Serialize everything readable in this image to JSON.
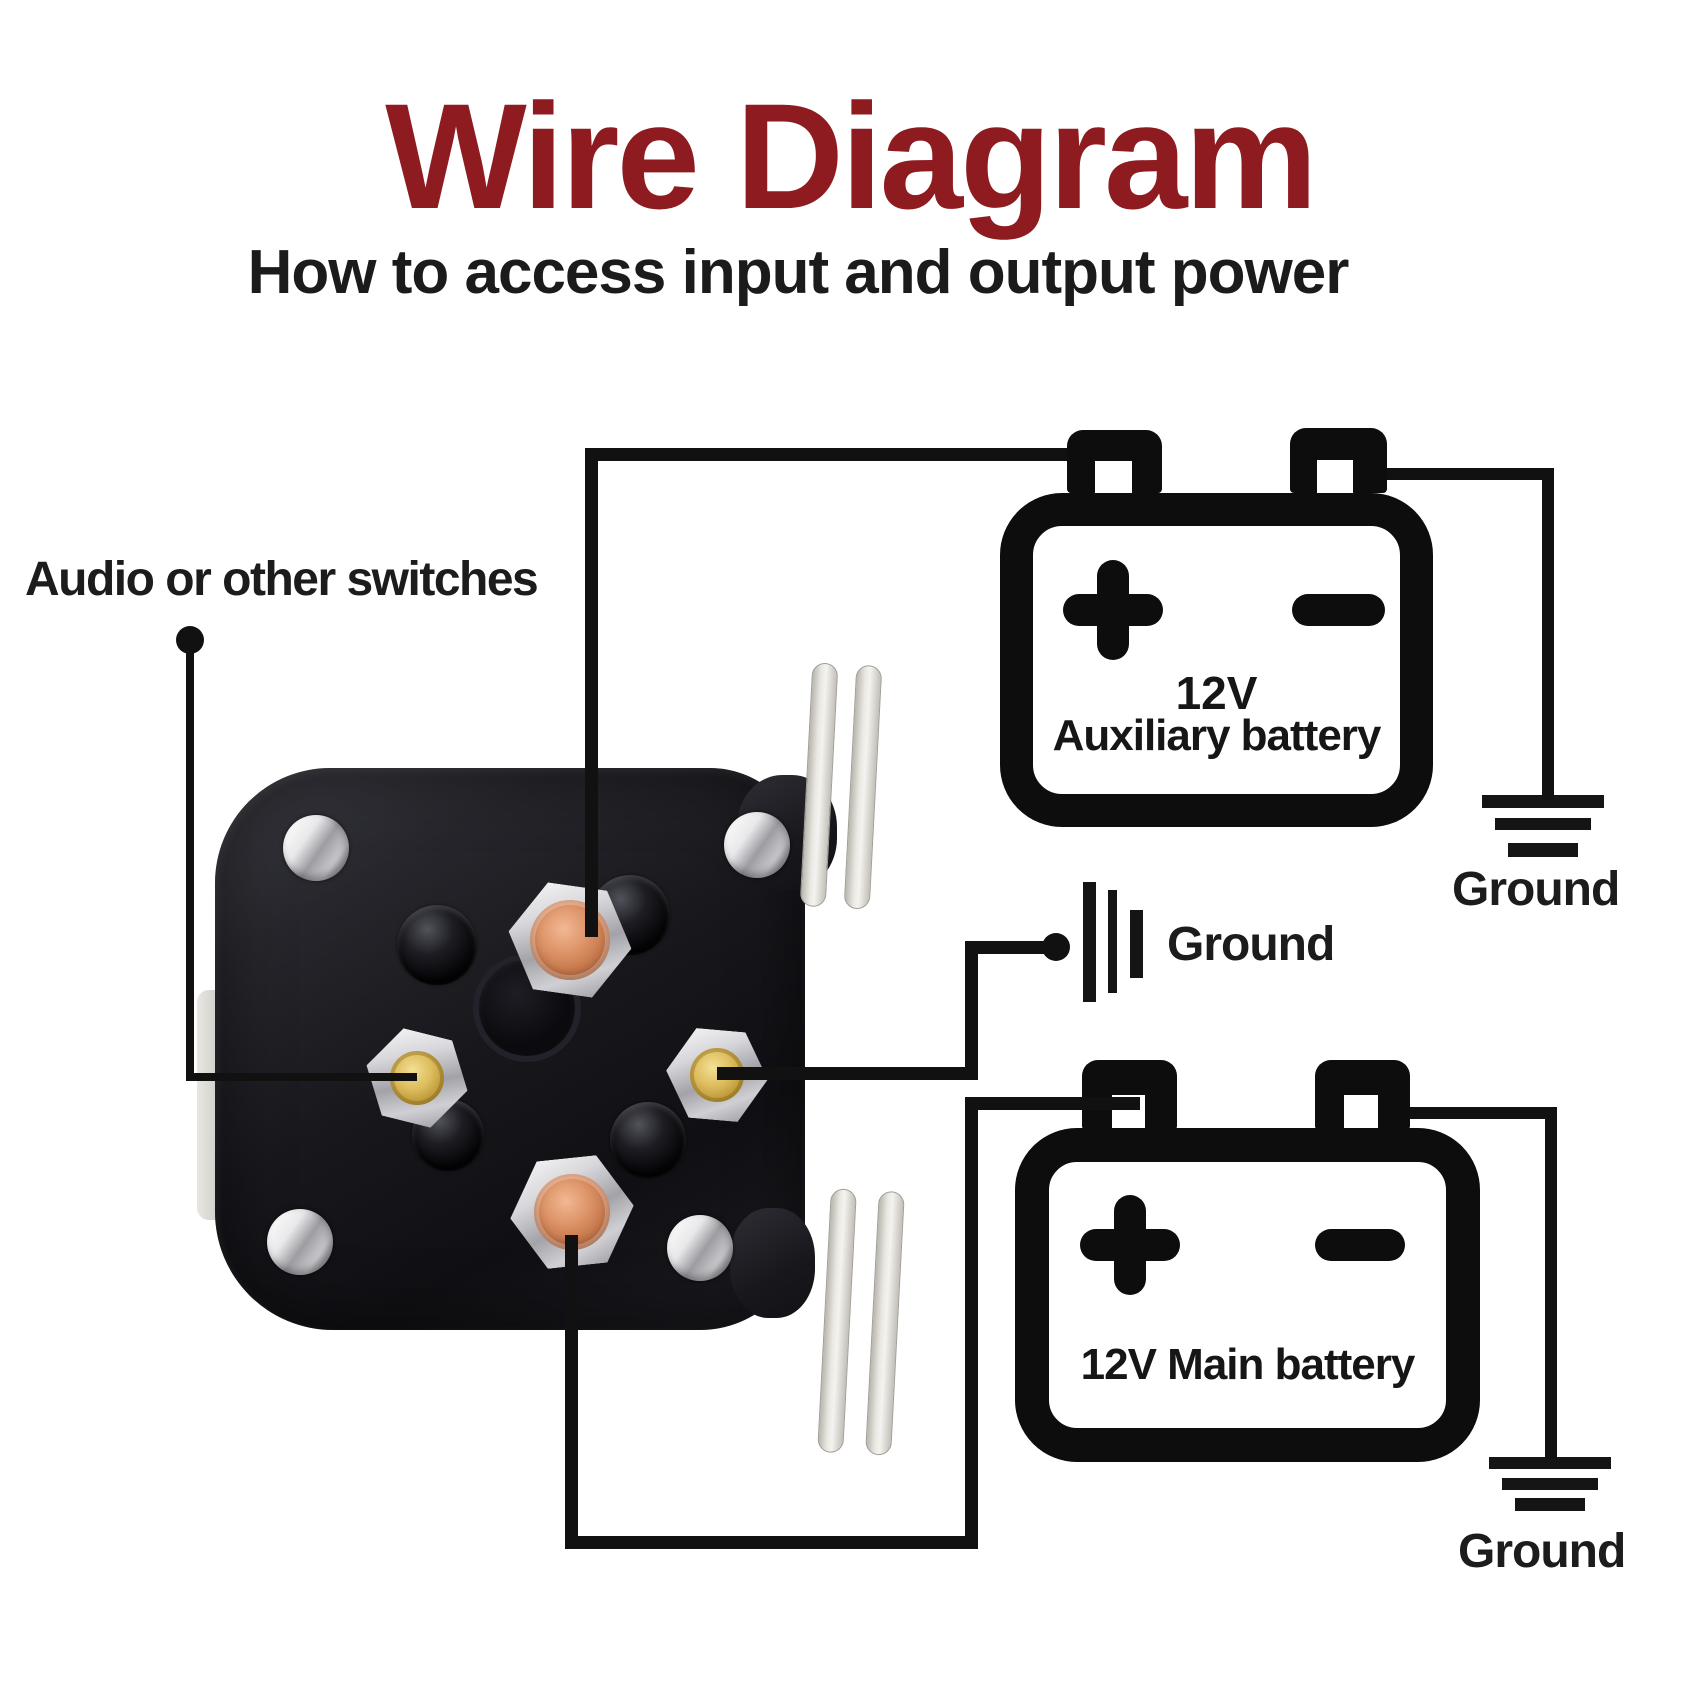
{
  "title": "Wire Diagram",
  "subtitle": "How to access input and output power",
  "labels": {
    "switches": "Audio or other switches",
    "ground_mid": "Ground",
    "ground_aux": "Ground",
    "ground_main": "Ground"
  },
  "aux_battery": {
    "line1": "12V",
    "line2": "Auxiliary battery"
  },
  "main_battery": {
    "label": "12V Main battery"
  },
  "colors": {
    "title_red": "#8e1b20",
    "wire_black": "#111111",
    "text_black": "#1c1c1c",
    "copper_terminal": "#c4764a",
    "brass_terminal": "#bb9838"
  }
}
